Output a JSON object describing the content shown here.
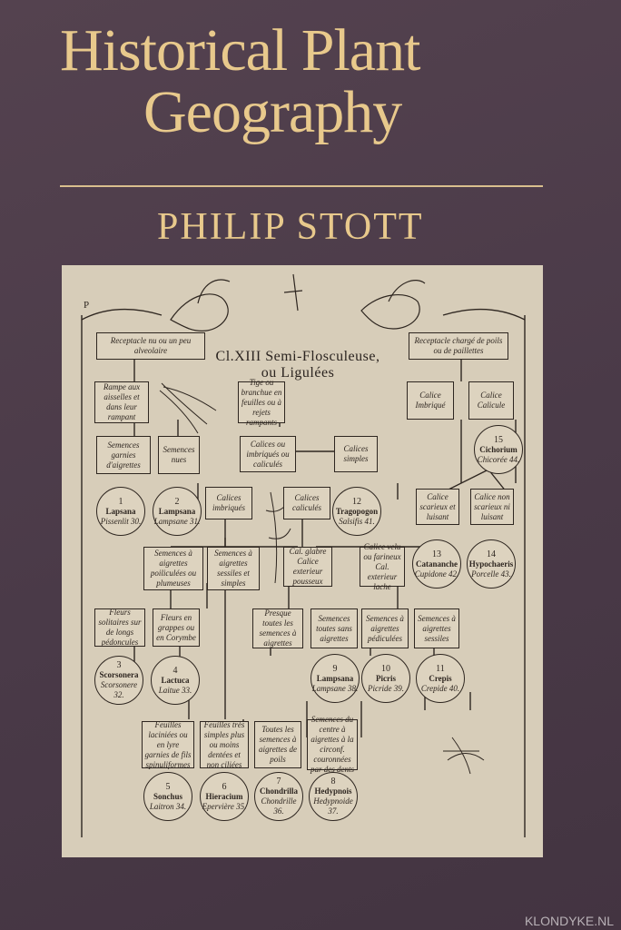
{
  "cover": {
    "title_line1": "Historical Plant",
    "title_line2": "Geography",
    "author": "PHILIP STOTT",
    "watermark": "KLONDYKE.NL"
  },
  "plate": {
    "corner_mark": "P",
    "heading": "Cl.XIII Semi-Flosculeuse, ou Ligulées",
    "boxes": [
      {
        "text": "Receptacle nu ou un peu alveolaire"
      },
      {
        "text": "Receptacle chargé de poils ou de paillettes"
      },
      {
        "text": "Rampe aux aisselles et dans leur rampant"
      },
      {
        "text": "Tige ou branchue en feuilles ou à rejets rampants"
      },
      {
        "text": "Calice Imbriqué"
      },
      {
        "text": "Calice Calicule"
      },
      {
        "text": "Semences garnies d'aigrettes"
      },
      {
        "text": "Semences nues"
      },
      {
        "text": "Calices ou imbriqués ou caliculés"
      },
      {
        "text": "Calices simples"
      },
      {
        "text": "Calices imbriqués"
      },
      {
        "text": "Calices caliculés"
      },
      {
        "text": "Calice scarieux et luisant"
      },
      {
        "text": "Calice non scarieux ni luisant"
      },
      {
        "text": "Semences à aigrettes poiliculées ou plumeuses"
      },
      {
        "text": "Semences à aigrettes sessiles et simples"
      },
      {
        "text": "Cal. glabre Calice exterieur pousseux"
      },
      {
        "text": "Calice velu ou farineux Cal. exterieur lache"
      },
      {
        "text": "Fleurs solitaires sur de longs pédoncules"
      },
      {
        "text": "Fleurs en grappes ou en Corymbe"
      },
      {
        "text": "Presque toutes les semences à aigrettes"
      },
      {
        "text": "Semences toutes sans aigrettes"
      },
      {
        "text": "Semences à aigrettes pédiculées"
      },
      {
        "text": "Semences à aigrettes sessiles"
      },
      {
        "text": "Feuilles laciniées ou en lyre garnies de fils spinuliformes"
      },
      {
        "text": "Feuilles très simples plus ou moins dentées et non ciliées"
      },
      {
        "text": "Toutes les semences à aigrettes de poils"
      },
      {
        "text": "Semences du centre à aigrettes à la circonf. couronnées par des dents"
      }
    ],
    "circles": [
      {
        "num": "15",
        "name": "Cichorium",
        "fr": "Chicorée 44."
      },
      {
        "num": "1",
        "name": "Lapsana",
        "fr": "Pissenlit 30."
      },
      {
        "num": "2",
        "name": "Lampsana",
        "fr": "Lampsane 31."
      },
      {
        "num": "12",
        "name": "Tragopogon",
        "fr": "Salsifis 41."
      },
      {
        "num": "13",
        "name": "Catananche",
        "fr": "Cupidone 42."
      },
      {
        "num": "14",
        "name": "Hypochaeris",
        "fr": "Porcelle 43."
      },
      {
        "num": "3",
        "name": "Scorsonera",
        "fr": "Scorsonere 32."
      },
      {
        "num": "4",
        "name": "Lactuca",
        "fr": "Laitue 33."
      },
      {
        "num": "9",
        "name": "Lampsana",
        "fr": "Lampsane 38."
      },
      {
        "num": "10",
        "name": "Picris",
        "fr": "Picride 39."
      },
      {
        "num": "11",
        "name": "Crepis",
        "fr": "Crepide 40."
      },
      {
        "num": "5",
        "name": "Sonchus",
        "fr": "Laitron 34."
      },
      {
        "num": "6",
        "name": "Hieracium",
        "fr": "Epervière 35."
      },
      {
        "num": "7",
        "name": "Chondrilla",
        "fr": "Chondrille 36."
      },
      {
        "num": "8",
        "name": "Hedypnois",
        "fr": "Hedypnoide 37."
      }
    ]
  }
}
